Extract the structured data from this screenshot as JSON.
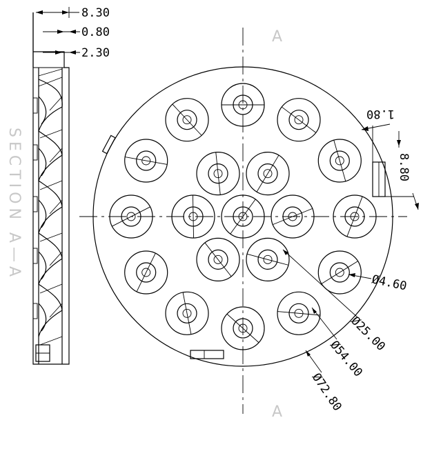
{
  "section_label": "SECTION  A—A",
  "section_marker_top": "A",
  "section_marker_bottom": "A",
  "dimensions": {
    "thickness_total": "8.30",
    "step_small": "0.80",
    "step_mid": "2.30",
    "slot_width": "1.80",
    "slot_length": "8.80",
    "hole_dia": "Ø4.60",
    "lens_dia": "Ø25.00",
    "circle_inner_dia": "Ø54.00",
    "outer_dia": "Ø72.80"
  },
  "lens_count": 19,
  "colors": {
    "line": "#000000",
    "ghost_text": "#c8c8c8"
  }
}
